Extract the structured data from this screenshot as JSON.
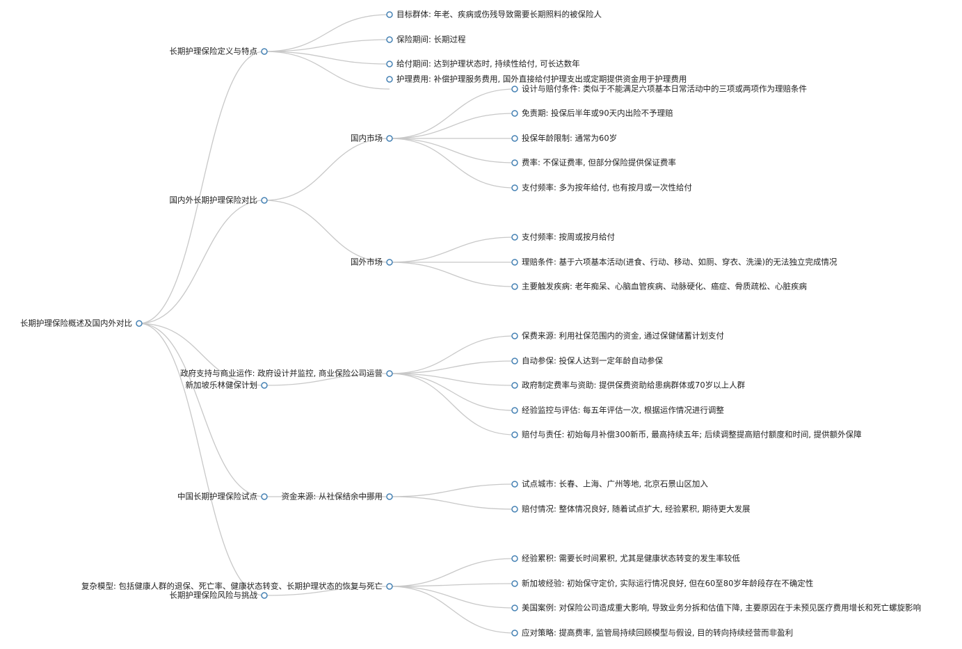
{
  "mindmap": {
    "root": {
      "id": "root",
      "label": "长期护理保险概述及国内外对比",
      "children": [
        {
          "id": "def",
          "label": "长期护理保险定义与特点",
          "children": [
            {
              "id": "def-1",
              "label": "目标群体: 年老、疾病或伤残导致需要长期照料的被保险人"
            },
            {
              "id": "def-2",
              "label": "保险期间: 长期过程"
            },
            {
              "id": "def-3",
              "label": "给付期间: 达到护理状态时, 持续性给付, 可长达数年"
            },
            {
              "id": "def-4",
              "label": "护理费用: 补偿护理服务费用, 国外直接给付护理支出或定期提供资金用于护理费用"
            }
          ]
        },
        {
          "id": "cmp",
          "label": "国内外长期护理保险对比",
          "children": [
            {
              "id": "cmp-dom",
              "label": "国内市场",
              "children": [
                {
                  "id": "cmp-dom-1",
                  "label": "设计与赔付条件: 类似于不能满足六项基本日常活动中的三项或两项作为理赔条件"
                },
                {
                  "id": "cmp-dom-2",
                  "label": "免责期: 投保后半年或90天内出险不予理赔"
                },
                {
                  "id": "cmp-dom-3",
                  "label": "投保年龄限制: 通常为60岁"
                },
                {
                  "id": "cmp-dom-4",
                  "label": "费率: 不保证费率, 但部分保险提供保证费率"
                },
                {
                  "id": "cmp-dom-5",
                  "label": "支付频率: 多为按年给付, 也有按月或一次性给付"
                }
              ]
            },
            {
              "id": "cmp-for",
              "label": "国外市场",
              "children": [
                {
                  "id": "cmp-for-1",
                  "label": "支付频率: 按周或按月给付"
                },
                {
                  "id": "cmp-for-2",
                  "label": "理赔条件: 基于六项基本活动(进食、行动、移动、如厕、穿衣、洗澡)的无法独立完成情况"
                },
                {
                  "id": "cmp-for-3",
                  "label": "主要触发疾病: 老年痴呆、心脑血管疾病、动脉硬化、癌症、骨质疏松、心脏疾病"
                }
              ]
            }
          ]
        },
        {
          "id": "sg",
          "label": "新加坡乐林健保计划",
          "children": [
            {
              "id": "sg-gov",
              "label": "政府支持与商业运作: 政府设计并监控, 商业保险公司运营",
              "children": [
                {
                  "id": "sg-1",
                  "label": "保费来源: 利用社保范围内的资金, 通过保健储蓄计划支付"
                },
                {
                  "id": "sg-2",
                  "label": "自动参保: 投保人达到一定年龄自动参保"
                },
                {
                  "id": "sg-3",
                  "label": "政府制定费率与资助: 提供保费资助给患病群体或70岁以上人群"
                },
                {
                  "id": "sg-4",
                  "label": "经验监控与评估: 每五年评估一次, 根据运作情况进行调整"
                },
                {
                  "id": "sg-5",
                  "label": "赔付与责任: 初始每月补偿300新币, 最高持续五年; 后续调整提高赔付额度和时间, 提供额外保障"
                }
              ]
            }
          ]
        },
        {
          "id": "cn",
          "label": "中国长期护理保险试点",
          "children": [
            {
              "id": "cn-fund",
              "label": "资金来源: 从社保结余中挪用",
              "children": [
                {
                  "id": "cn-1",
                  "label": "试点城市: 长春、上海、广州等地, 北京石景山区加入"
                },
                {
                  "id": "cn-2",
                  "label": "赔付情况: 整体情况良好, 随着试点扩大, 经验累积, 期待更大发展"
                }
              ]
            }
          ]
        },
        {
          "id": "risk",
          "label": "长期护理保险风险与挑战",
          "children": [
            {
              "id": "risk-model",
              "label": "复杂模型: 包括健康人群的退保、死亡率、健康状态转变、长期护理状态的恢复与死亡",
              "children": [
                {
                  "id": "risk-1",
                  "label": "经验累积: 需要长时间累积, 尤其是健康状态转变的发生率较低"
                },
                {
                  "id": "risk-2",
                  "label": "新加坡经验: 初始保守定价, 实际运行情况良好, 但在60至80岁年龄段存在不确定性"
                },
                {
                  "id": "risk-3",
                  "label": "美国案例: 对保险公司造成重大影响, 导致业务分拆和估值下降, 主要原因在于未预见医疗费用增长和死亡螺旋影响"
                },
                {
                  "id": "risk-4",
                  "label": "应对策略: 提高费率, 监管局持续回顾模型与假设, 目的转向持续经营而非盈利"
                }
              ]
            }
          ]
        }
      ]
    }
  }
}
